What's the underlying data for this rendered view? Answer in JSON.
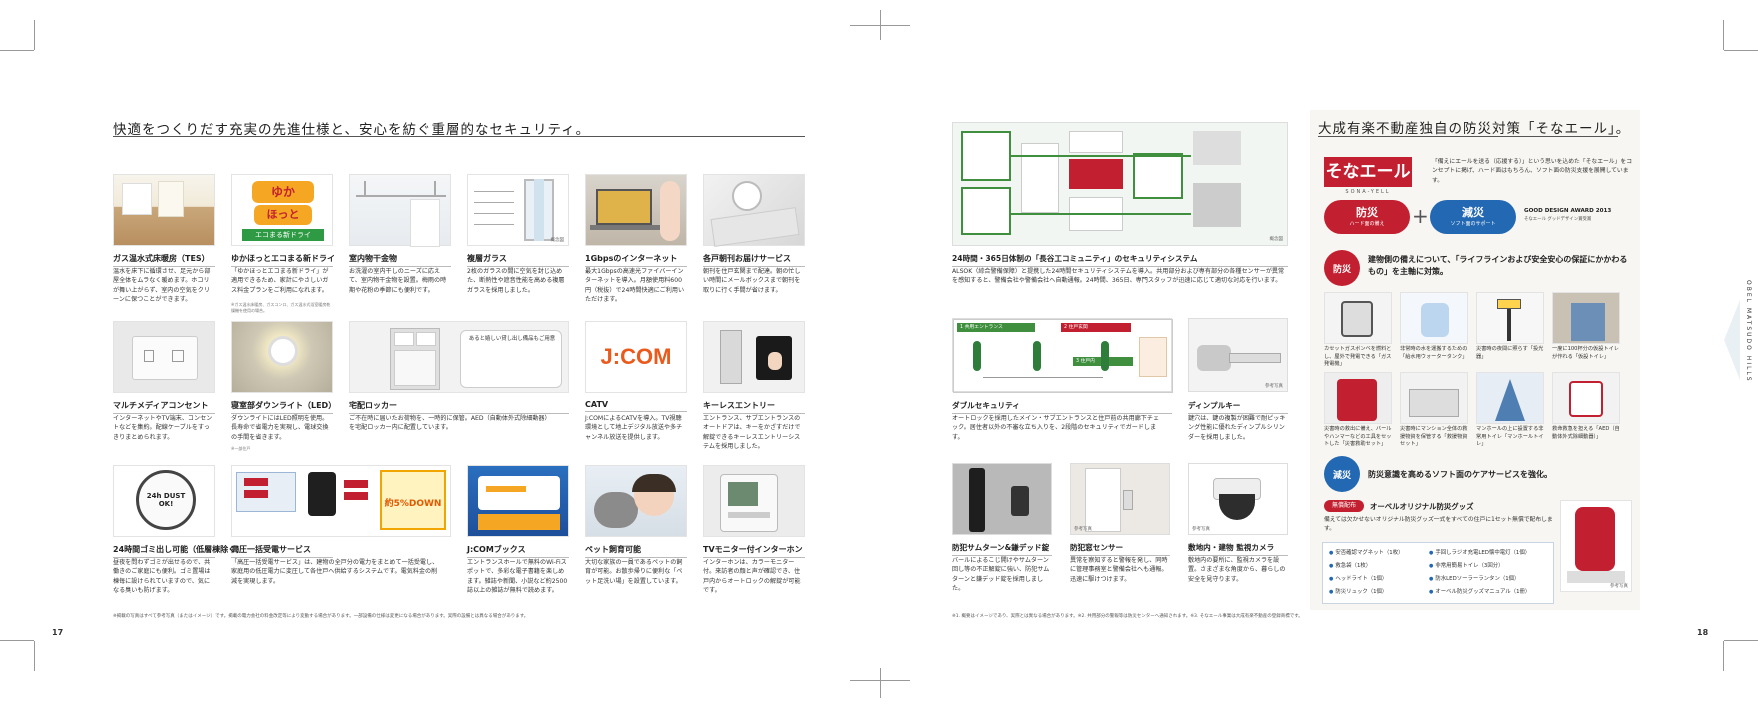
{
  "left_page": {
    "title": "快適をつくりだす充実の先進仕様と、安心を紡ぐ重層的なセキュリティ。",
    "page_number": "17",
    "items": [
      {
        "caption": "ガス温水式床暖房（TES）",
        "desc": "温水を床下に循環させ、足元から部屋全体をムラなく暖めます。ホコリが舞い上がらず、室内の空気をクリーンに保つことができます。"
      },
      {
        "caption": "ゆかほっとエコまる新ドライ",
        "desc": "「ゆかほっとエコまる新ドライ」が適用できるため、家計にやさしいガス料金プランをご利用になれます。",
        "note": "※ガス温水床暖房、ガスコンロ、ガス温水式浴室暖房乾燥機を使用の場合。"
      },
      {
        "caption": "室内物干金物",
        "desc": "お洗濯の室内干しのニーズに応えて、室内物干金物を設置。梅雨の時期や花粉の季節にも便利です。"
      },
      {
        "caption": "複層ガラス",
        "desc": "2枚のガラスの間に空気を封じ込めた、断熱性や遮音性能を高める複層ガラスを採用しました。",
        "photo_label": "概念図"
      },
      {
        "caption": "1Gbpsのインターネット",
        "desc": "最大1Gbpsの高速光ファイバーインターネットを導入。月額使用料600円（税抜）で24時間快適にご利用いただけます。"
      },
      {
        "caption": "各戸朝刊お届けサービス",
        "desc": "朝刊を住戸玄関まで配達。朝の忙しい時間にメールボックスまで朝刊を取りに行く手間が省けます。"
      },
      {
        "caption": "マルチメディアコンセント",
        "desc": "インターネットやTV端末、コンセントなどを集約。配線ケーブルをすっきりまとめられます。"
      },
      {
        "caption": "寝室部ダウンライト（LED）",
        "desc": "ダウンライトにはLED照明を使用。長寿命で省電力を実現し、電球交換の手間を省きます。",
        "note": "※一部住戸"
      },
      {
        "caption": "宅配ロッカー",
        "desc": "ご不在時に届いたお荷物を、一時的に保管。AED（自動体外式除細動器）を宅配ロッカー内に配置しています。",
        "photo_text": "あると嬉しい貸し出し備品もご用意"
      },
      {
        "caption": "CATV",
        "desc": "J:COMによるCATVを導入。TV視聴環境として地上デジタル放送や多チャンネル放送を提供します。",
        "logo": "J:COM"
      },
      {
        "caption": "キーレスエントリー",
        "desc": "エントランス、サブエントランスのオートドアは、キーをかざすだけで解錠できるキーレスエントリーシステムを採用しました。"
      },
      {
        "caption": "24時間ゴミ出し可能（低層棟除く）",
        "desc": "昼夜を問わずゴミが出せるので、共働きのご家庭にも便利。ゴミ置場は棟毎に設けられていますので、気になる臭いも防げます。",
        "photo_text": "24h DUST OK!"
      },
      {
        "caption": "高圧一括受電サービス",
        "desc": "「高圧一括受電サービス」は、建物の全戸分の電力をまとめて一括受電し、家庭用の低圧電力に変圧して各住戸へ供給するシステムです。電気料金の削減を実現します。",
        "photo_badge": "約5%DOWN"
      },
      {
        "caption": "J:COMブックス",
        "desc": "エントランスホールで無料のWi-Fiスポットで、多彩な電子書籍を楽しめます。雑誌や新聞、小説など約2500誌以上の雑誌が無料で読めます。"
      },
      {
        "caption": "ペット飼育可能",
        "desc": "大切な家族の一員であるペットの飼育が可能。お散歩帰りに便利な「ペット足洗い場」を設置しています。"
      },
      {
        "caption": "TVモニター付インターホン",
        "desc": "インターホンは、カラーモニター付。来訪者の顔と声が確認でき、住戸内からオートロックの解錠が可能です。"
      }
    ],
    "footnote": "※掲載の写真はすべて参考写真（またはイメージ）です。掲載の電力会社の料金改定等により変動する場合があります。一部設備の仕様は変更になる場合があります。実際の設備とは異なる場合があります。"
  },
  "right_page": {
    "page_number": "18",
    "security": [
      {
        "caption": "24時間・365日体制の「長谷工コミュニティ」のセキュリティシステム",
        "desc": "ALSOK（綜合警備保障）と提携した24時間セキュリティシステムを導入。共用部分および専有部分の各種センサーが異常を感知すると、警備会社や警備会社へ自動通報。24時間、365日、専門スタッフが迅速に応じて適切な対応を行います。",
        "photo_label": "概念図"
      },
      {
        "caption": "ダブルセキュリティ",
        "desc": "オートロックを採用したメイン・サブエントランスと住戸前の共用廊下チェック。居住者以外の不審な立ち入りを、2段階のセキュリティでガードします。",
        "steps": [
          "1 共用エントランス",
          "2 住戸玄関",
          "3 住戸内"
        ]
      },
      {
        "caption": "ディンプルキー",
        "desc": "鍵穴は、鍵の複製が困難で耐ピッキング性能に優れたディンプルシリンダーを採用しました。",
        "note": "参考写真"
      },
      {
        "caption": "防犯サムターン&鎌デッド錠",
        "desc": "バールによるこじ開けやサムターン回し等の不正解錠に強い、防犯サムターンと鎌デッド錠を採用しました。"
      },
      {
        "caption": "防犯窓センサー",
        "desc": "異常を察知すると警報を発し、同時に管理事務室と警備会社へも通報。迅速に駆けつけます。",
        "note": "参考写真"
      },
      {
        "caption": "敷地内・建物 監視カメラ",
        "desc": "敷地内の要所に、監視カメラを設置。さまざまな角度から、暮らしの安全を見守ります。",
        "note": "参考写真"
      }
    ],
    "sona": {
      "title": "大成有楽不動産独自の防災対策「そなエール」。",
      "logo": "そなエール",
      "logo_sub": "SONA-YELL",
      "intro": "「備えにエールを送る（応援する）」という思いを込めた「そなエール」をコンセプトに掲げ、ハード面はもちろん、ソフト面の防災支援を展開しています。",
      "bousai": "防災",
      "bousai_sub": "ハード面の備え",
      "gensai": "減災",
      "gensai_sub": "ソフト面のサポート",
      "award": "GOOD DESIGN AWARD 2013",
      "award_sub": "そなエール グッドデザイン賞受賞",
      "bousai_head": "建物側の備えについて、「ライフラインおよび安全安心の保証にかかわるもの」を主軸に対策。",
      "goods": [
        {
          "text": "カセットガスボンベを燃料とし、屋外で発電できる「ガス発電機」"
        },
        {
          "text": "非常時の水を運搬するための「給水用ウォータータンク」"
        },
        {
          "text": "災害時の夜間に照らす「投光器」"
        },
        {
          "text": "一度に100杯分の仮設トイレが作れる「仮設トイレ」"
        },
        {
          "text": "災害時の救出に備え、バールやハンマーなどの工具をセットした「災害救助セット」"
        },
        {
          "text": "災害時にマンション全体の救援物資を保管する「救援物資セット」"
        },
        {
          "text": "マンホールの上に設置する非常用トイレ「マンホールトイレ」"
        },
        {
          "text": "救命救急を担える「AED（自動体外式除細動器）」"
        }
      ],
      "gensai_head": "防災意識を高めるソフト面のケアサービスを強化。",
      "muryo": "無償配布",
      "goods_title": "オーベルオリジナル防災グッズ",
      "goods_desc": "備えては欠かせないオリジナル防災グッズ一式をすべての住戸に1セット無償で配布します。",
      "list": [
        "安否確認マグネット（1枚）",
        "手回しラジオ充電LED懐中電灯（1個）",
        "救急袋（1枚）",
        "非常用簡易トイレ（3回分）",
        "ヘッドライト（1個）",
        "防水LEDソーラーランタン（1個）",
        "防災リュック（1個）",
        "オーベル防災グッズマニュアル（1冊）"
      ],
      "photo_label": "参考写真"
    },
    "side_text": "OBEL MATSUDO HILLS",
    "footnote": "※1. 概要はイメージであり、実際とは異なる場合があります。※2. 共用部分の警報等は防災センターへ通知されます。※3. そなエール事業は大成有楽不動産の登録商標です。"
  },
  "colors": {
    "red": "#c22030",
    "blue": "#2268b2",
    "green": "#3f8f3f"
  }
}
